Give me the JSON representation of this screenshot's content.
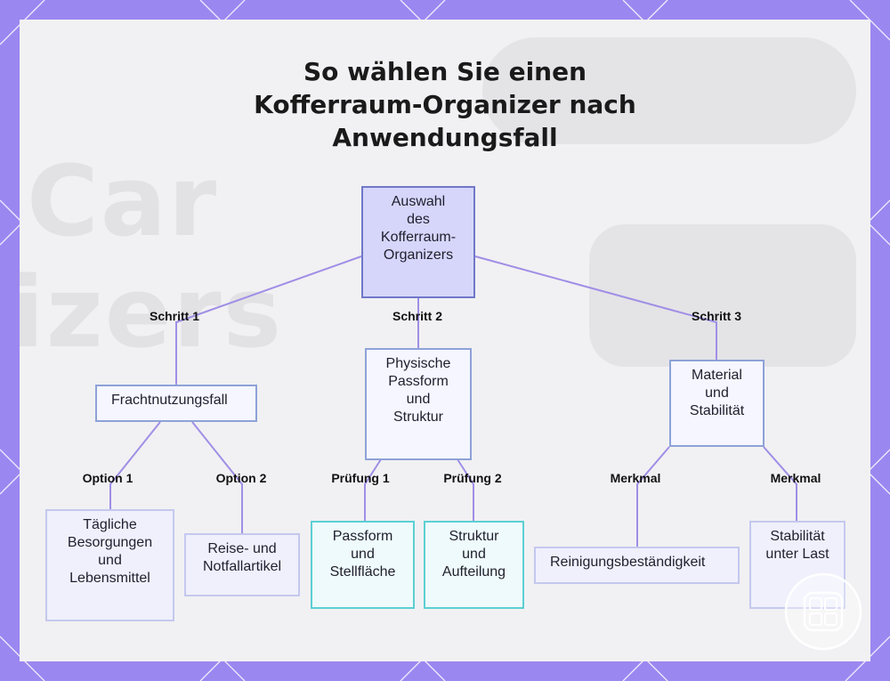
{
  "title": [
    "So wählen Sie einen",
    "Kofferraum-Organizer nach",
    "Anwendungsfall"
  ],
  "background_text": [
    "Car",
    "izers"
  ],
  "colors": {
    "frame": "#9b87f0",
    "panel": "#f1f1f3",
    "edge": "#a08ee6",
    "root_fill": "#d6d6fb",
    "root_border": "#7078c8",
    "check_border": "#5ccfd3"
  },
  "nodes": {
    "root": "Auswahl\ndes\nKofferraum-\nOrganizers",
    "cargo_use": "Frachtnutzungsfall",
    "fit_structure": "Physische\nPassform\nund\nStruktur",
    "material": "Material\nund\nStabilität",
    "groceries": "Tägliche\nBesorgungen\nund\nLebensmittel",
    "travel": "Reise- und\nNotfallartikel",
    "fit_space": "Passform\nund\nStellfläche",
    "structure_split": "Struktur\nund\nAufteilung",
    "cleaning": "Reinigungsbeständigkeit",
    "stability_load": "Stabilität\nunter Last"
  },
  "edge_labels": {
    "step1": "Schritt 1",
    "step2": "Schritt 2",
    "step3": "Schritt 3",
    "option1": "Option 1",
    "option2": "Option 2",
    "check1": "Prüfung 1",
    "check2": "Prüfung 2",
    "feature1": "Merkmal",
    "feature2": "Merkmal"
  },
  "logo_icon": "grid-logo-icon"
}
